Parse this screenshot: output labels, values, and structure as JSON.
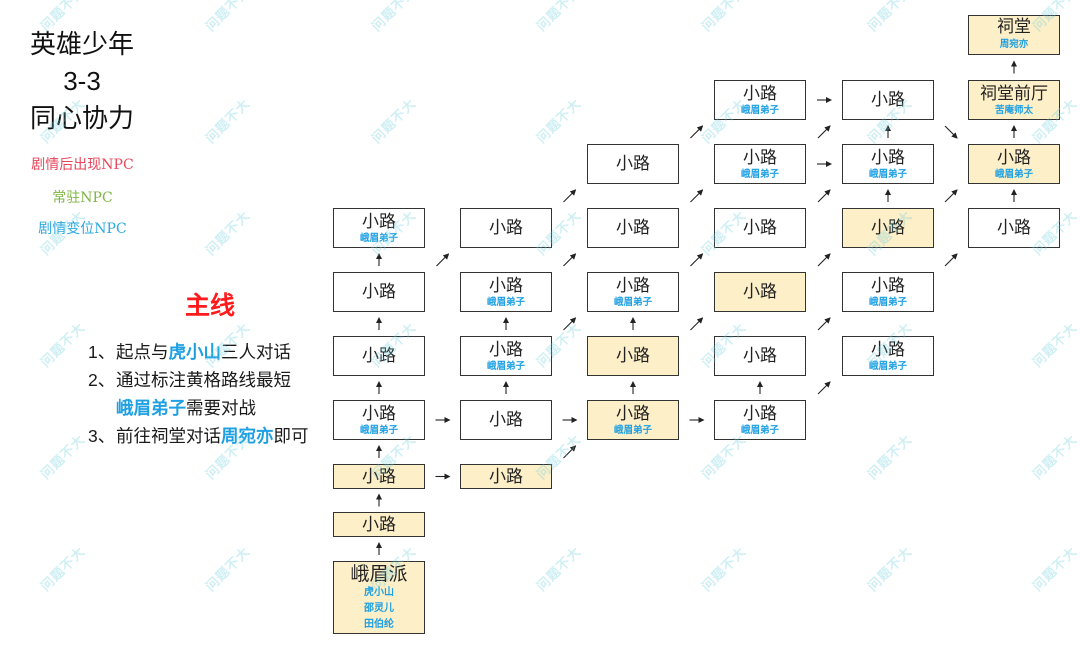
{
  "title": {
    "line1": "英雄少年",
    "line2": "3-3",
    "line3": "同心协力"
  },
  "legend": [
    {
      "label": "剧情后出现NPC",
      "color": "#e8455a"
    },
    {
      "label": "常驻NPC",
      "color": "#7fb545"
    },
    {
      "label": "剧情变位NPC",
      "color": "#29a8e0"
    }
  ],
  "colors": {
    "route_fill": "#fdefc8",
    "plain_fill": "#ffffff",
    "npc_text": "#1ea0e3",
    "heading": "#ff1b1b",
    "step_highlight": "#1ea0e3"
  },
  "mainline": {
    "heading": "主线",
    "steps": [
      {
        "number": "1、",
        "lines": [
          [
            {
              "text": "起点与"
            },
            {
              "text": "虎小山",
              "highlight": true
            },
            {
              "text": "三人对话"
            }
          ]
        ]
      },
      {
        "number": "2、",
        "lines": [
          [
            {
              "text": "通过标注黄格路线最短"
            }
          ],
          [
            {
              "text": "峨眉弟子",
              "highlight": true
            },
            {
              "text": "需要对战"
            }
          ]
        ]
      },
      {
        "number": "3、",
        "lines": [
          [
            {
              "text": "前往祠堂对话"
            },
            {
              "text": "周宛亦",
              "highlight": true
            },
            {
              "text": "即可"
            }
          ]
        ]
      }
    ]
  },
  "map": {
    "grid": [
      [
        null,
        null,
        null,
        null,
        null,
        {
          "label": "祠堂",
          "npcs": [
            "周宛亦"
          ],
          "highlight": true
        }
      ],
      [
        null,
        null,
        null,
        {
          "label": "小路",
          "npcs": [
            "峨眉弟子"
          ],
          "highlight": false
        },
        {
          "label": "小路",
          "npcs": [],
          "highlight": false
        },
        {
          "label": "祠堂前厅",
          "npcs": [
            "苦庵师太"
          ],
          "highlight": true
        }
      ],
      [
        null,
        null,
        {
          "label": "小路",
          "npcs": [],
          "highlight": false
        },
        {
          "label": "小路",
          "npcs": [
            "峨眉弟子"
          ],
          "highlight": false
        },
        {
          "label": "小路",
          "npcs": [
            "峨眉弟子"
          ],
          "highlight": false
        },
        {
          "label": "小路",
          "npcs": [
            "峨眉弟子"
          ],
          "highlight": true
        }
      ],
      [
        {
          "label": "小路",
          "npcs": [
            "峨眉弟子"
          ],
          "highlight": false
        },
        {
          "label": "小路",
          "npcs": [],
          "highlight": false
        },
        {
          "label": "小路",
          "npcs": [],
          "highlight": false
        },
        {
          "label": "小路",
          "npcs": [],
          "highlight": false
        },
        {
          "label": "小路",
          "npcs": [],
          "highlight": true
        },
        {
          "label": "小路",
          "npcs": [],
          "highlight": false
        }
      ],
      [
        {
          "label": "小路",
          "npcs": [],
          "highlight": false
        },
        {
          "label": "小路",
          "npcs": [
            "峨眉弟子"
          ],
          "highlight": false
        },
        {
          "label": "小路",
          "npcs": [
            "峨眉弟子"
          ],
          "highlight": false
        },
        {
          "label": "小路",
          "npcs": [],
          "highlight": true
        },
        {
          "label": "小路",
          "npcs": [
            "峨眉弟子"
          ],
          "highlight": false
        },
        null
      ],
      [
        {
          "label": "小路",
          "npcs": [],
          "highlight": false
        },
        {
          "label": "小路",
          "npcs": [
            "峨眉弟子"
          ],
          "highlight": false
        },
        {
          "label": "小路",
          "npcs": [],
          "highlight": true
        },
        {
          "label": "小路",
          "npcs": [],
          "highlight": false
        },
        {
          "label": "小路",
          "npcs": [
            "峨眉弟子"
          ],
          "highlight": false
        },
        null
      ],
      [
        {
          "label": "小路",
          "npcs": [
            "峨眉弟子"
          ],
          "highlight": false
        },
        {
          "label": "小路",
          "npcs": [],
          "highlight": false
        },
        {
          "label": "小路",
          "npcs": [
            "峨眉弟子"
          ],
          "highlight": true
        },
        {
          "label": "小路",
          "npcs": [
            "峨眉弟子"
          ],
          "highlight": false
        },
        null,
        null
      ],
      [
        {
          "label": "小路",
          "npcs": [],
          "highlight": true
        },
        {
          "label": "小路",
          "npcs": [],
          "highlight": true
        },
        null,
        null,
        null,
        null
      ],
      [
        {
          "label": "小路",
          "npcs": [],
          "highlight": true
        },
        null,
        null,
        null,
        null,
        null
      ],
      [
        {
          "label": "峨眉派",
          "npcs": [
            "虎小山",
            "邵灵儿",
            "田伯纶"
          ],
          "highlight": true
        },
        null,
        null,
        null,
        null,
        null
      ]
    ],
    "edges": [
      {
        "from": [
          9,
          0
        ],
        "to": [
          8,
          0
        ]
      },
      {
        "from": [
          8,
          0
        ],
        "to": [
          7,
          0
        ]
      },
      {
        "from": [
          7,
          0
        ],
        "to": [
          6,
          0
        ]
      },
      {
        "from": [
          6,
          0
        ],
        "to": [
          5,
          0
        ]
      },
      {
        "from": [
          5,
          0
        ],
        "to": [
          4,
          0
        ]
      },
      {
        "from": [
          4,
          0
        ],
        "to": [
          3,
          0
        ]
      },
      {
        "from": [
          4,
          0
        ],
        "to": [
          3,
          1
        ]
      },
      {
        "from": [
          6,
          0
        ],
        "to": [
          6,
          1
        ]
      },
      {
        "from": [
          7,
          0
        ],
        "to": [
          7,
          1
        ]
      },
      {
        "from": [
          6,
          1
        ],
        "to": [
          5,
          1
        ]
      },
      {
        "from": [
          5,
          1
        ],
        "to": [
          4,
          1
        ]
      },
      {
        "from": [
          3,
          1
        ],
        "to": [
          2,
          2
        ]
      },
      {
        "from": [
          4,
          1
        ],
        "to": [
          3,
          2
        ]
      },
      {
        "from": [
          5,
          1
        ],
        "to": [
          4,
          2
        ]
      },
      {
        "from": [
          6,
          1
        ],
        "to": [
          6,
          2
        ]
      },
      {
        "from": [
          7,
          1
        ],
        "to": [
          6,
          2
        ]
      },
      {
        "from": [
          6,
          2
        ],
        "to": [
          5,
          2
        ]
      },
      {
        "from": [
          5,
          2
        ],
        "to": [
          4,
          2
        ]
      },
      {
        "from": [
          2,
          2
        ],
        "to": [
          1,
          3
        ]
      },
      {
        "from": [
          3,
          2
        ],
        "to": [
          2,
          3
        ]
      },
      {
        "from": [
          4,
          2
        ],
        "to": [
          3,
          3
        ]
      },
      {
        "from": [
          5,
          2
        ],
        "to": [
          4,
          3
        ]
      },
      {
        "from": [
          6,
          2
        ],
        "to": [
          6,
          3
        ]
      },
      {
        "from": [
          6,
          3
        ],
        "to": [
          5,
          3
        ]
      },
      {
        "from": [
          1,
          3
        ],
        "to": [
          1,
          4
        ]
      },
      {
        "from": [
          2,
          3
        ],
        "to": [
          1,
          4
        ]
      },
      {
        "from": [
          2,
          3
        ],
        "to": [
          2,
          4
        ]
      },
      {
        "from": [
          3,
          3
        ],
        "to": [
          2,
          4
        ]
      },
      {
        "from": [
          4,
          3
        ],
        "to": [
          3,
          4
        ]
      },
      {
        "from": [
          5,
          3
        ],
        "to": [
          4,
          4
        ]
      },
      {
        "from": [
          6,
          3
        ],
        "to": [
          5,
          4
        ]
      },
      {
        "from": [
          2,
          4
        ],
        "to": [
          1,
          4
        ]
      },
      {
        "from": [
          3,
          4
        ],
        "to": [
          2,
          4
        ]
      },
      {
        "from": [
          1,
          4
        ],
        "to": [
          2,
          5
        ]
      },
      {
        "from": [
          3,
          4
        ],
        "to": [
          2,
          5
        ]
      },
      {
        "from": [
          4,
          4
        ],
        "to": [
          3,
          5
        ]
      },
      {
        "from": [
          3,
          5
        ],
        "to": [
          2,
          5
        ]
      },
      {
        "from": [
          2,
          5
        ],
        "to": [
          1,
          5
        ]
      },
      {
        "from": [
          1,
          5
        ],
        "to": [
          0,
          5
        ]
      }
    ]
  },
  "watermark": "问题不大"
}
